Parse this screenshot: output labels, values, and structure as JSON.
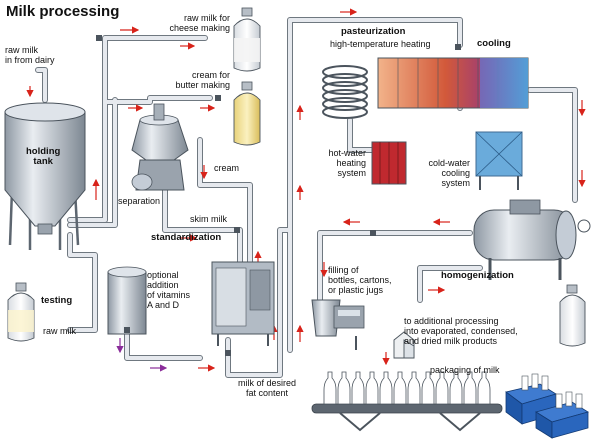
{
  "title": "Milk processing",
  "labels": {
    "raw_milk_in": "raw milk\nin from dairy",
    "holding_tank": "holding\ntank",
    "testing": "testing",
    "raw_milk": "raw milk",
    "raw_milk_cheese": "raw milk for\ncheese making",
    "cream_butter": "cream for\nbutter making",
    "cream": "cream",
    "separation": "separation",
    "skim_milk": "skim milk",
    "standardization": "standardization",
    "vitamins": "optional\naddition\nof vitamins\nA and D",
    "milk_fat": "milk of desired\nfat content",
    "pasteurization": "pasteurization",
    "high_temp": "high-temperature heating",
    "cooling": "cooling",
    "hot_water": "hot-water\nheating\nsystem",
    "cold_water": "cold-water\ncooling\nsystem",
    "homogenization": "homogenization",
    "filling": "filling of\nbottles, cartons,\nor plastic jugs",
    "additional": "to additional processing\ninto evaporated, condensed,\nand dried milk products",
    "packaging": "packaging of milk"
  },
  "colors": {
    "pipe_fill": "#e6e9ee",
    "pipe_stroke": "#6f7880",
    "flow_arrow": "#d8231a",
    "vitamin_arrow": "#8a2d9a",
    "tank_steel": "#c4ccd6",
    "cooling_blue": "#5aa3d8",
    "heating_red": "#c0292f",
    "crate_blue": "#1f57a8"
  }
}
